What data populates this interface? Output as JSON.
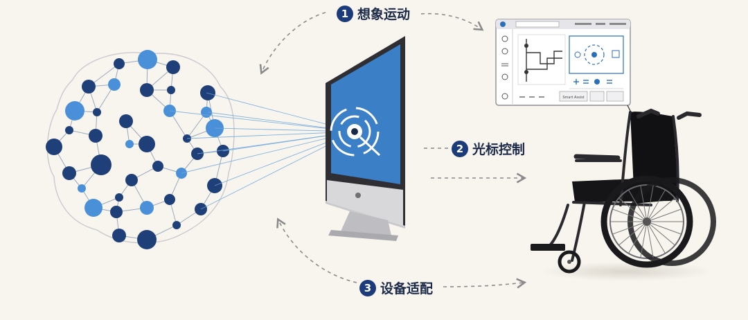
{
  "steps": [
    {
      "number": "1",
      "label": "想象运动"
    },
    {
      "number": "2",
      "label": "光标控制"
    },
    {
      "number": "3",
      "label": "设备适配"
    }
  ],
  "panel": {
    "button_label": "Smart Assist"
  },
  "colors": {
    "background": "#f8f5ee",
    "node_dark": "#1f3f78",
    "node_light": "#4a90d9",
    "screen_blue": "#3b80c6",
    "step_badge": "#1c3b7a",
    "arrow": "#8a8a8a"
  },
  "icons": [
    "brain-network-icon",
    "monitor-icon",
    "target-cursor-icon",
    "control-panel-icon",
    "wheelchair-icon"
  ]
}
